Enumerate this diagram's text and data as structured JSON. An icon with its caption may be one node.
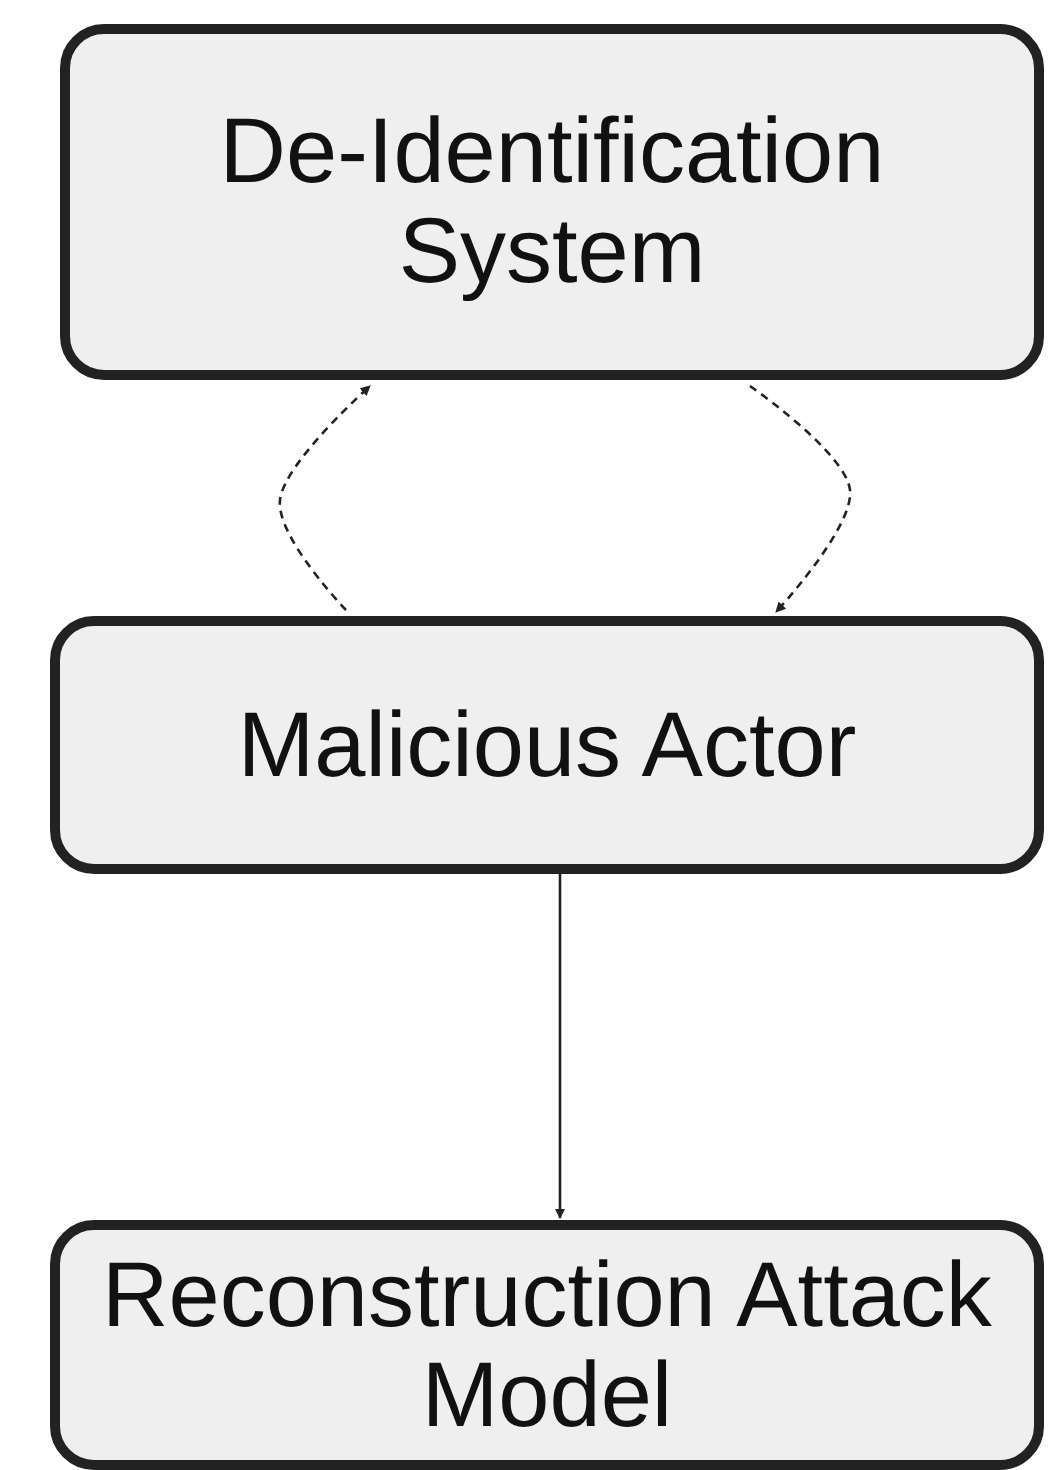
{
  "diagram": {
    "nodes": [
      {
        "text": [
          "De-Identification System"
        ]
      },
      {
        "text": [
          "Malicious Actor"
        ]
      },
      {
        "text": [
          "Reconstruction Attack Model"
        ]
      }
    ],
    "edges": [
      {
        "from": 1,
        "to": 0,
        "arrow": "to",
        "style": "dashed"
      },
      {
        "from": 0,
        "to": 1,
        "arrow": "to",
        "style": "dashed"
      },
      {
        "from": 1,
        "to": 2,
        "arrow": "to"
      }
    ]
  }
}
